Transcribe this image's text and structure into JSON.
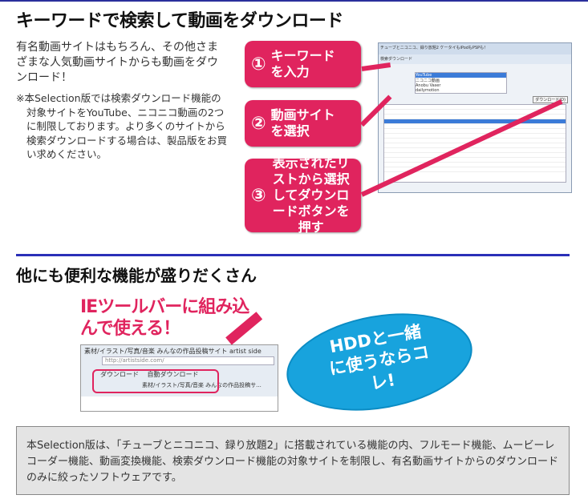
{
  "section1": {
    "title": "キーワードで検索して動画をダウンロード",
    "lead": "有名動画サイトはもちろん、その他さまざまな人気動画サイトからも動画をダウンロード！",
    "note": "※本Selection版では検索ダウンロード機能の対象サイトをYouTube、ニコニコ動画の2つに制限しております。より多くのサイトから検索ダウンロードする場合は、製品版をお買い求めください。",
    "steps": [
      {
        "num": "①",
        "text": "キーワードを入力"
      },
      {
        "num": "②",
        "text": "動画サイトを選択"
      },
      {
        "num": "③",
        "text": "表示されたリストから選択してダウンロードボタンを押す"
      }
    ],
    "window": {
      "title": "チューブとニコニコ、録り放題2 ケータイもiPodもPSPも！",
      "tab": "検索ダウンロード",
      "download_button": "ダウンロード(D)",
      "sites": [
        "YouTube",
        "ニコニコ動画",
        "Anobu Vaser",
        "dailymotion"
      ]
    }
  },
  "section2": {
    "title": "他にも便利な機能が盛りだくさん",
    "ie_caption": "IEツールバーに組み込んで使える！",
    "ie_window_title": "素材/イラスト/写真/音楽 みんなの作品投稿サイト artist side",
    "ie_address": "http://artistside.com/",
    "ie_toolbar": {
      "download": "ダウンロード",
      "auto_download": "自動ダウンロード"
    },
    "ie_tab": "素材/イラスト/写真/音楽 みんなの作品投稿サ...",
    "hdd_badge": "HDDと一緒に使うならコレ!"
  },
  "footer_note": "本Selection版は、「チューブとニコニコ、録り放題2」に搭載されている機能の内、フルモード機能、ムービーレコーダー機能、動画変換機能、検索ダウンロード機能の対象サイトを制限し、有名動画サイトからのダウンロードのみに絞ったソフトウェアです。",
  "colors": {
    "accent": "#e0245e",
    "rule": "#2a2fb8",
    "badge": "#18a3dd"
  }
}
